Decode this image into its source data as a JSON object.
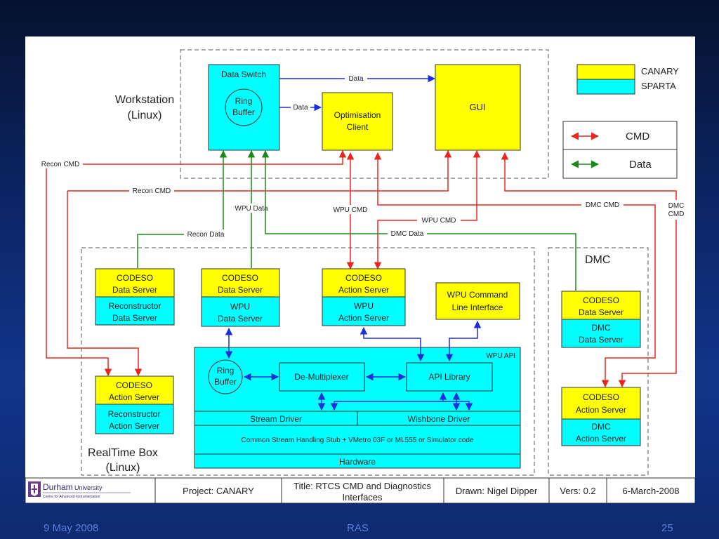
{
  "legend": {
    "canary": "CANARY",
    "sparta": "SPARTA",
    "cmd": "CMD",
    "data": "Data"
  },
  "colors": {
    "canary": "#ffff00",
    "sparta": "#00ffff",
    "cmd": "#e8281e",
    "data": "#1a8a1a",
    "link": "#1e2fd8"
  },
  "regions": {
    "workstation_line1": "Workstation",
    "workstation_line2": "(Linux)",
    "realtime_line1": "RealTime Box",
    "realtime_line2": "(Linux)",
    "dmc": "DMC"
  },
  "boxes": {
    "data_switch": "Data Switch",
    "ring_buffer_line1": "Ring",
    "ring_buffer_line2": "Buffer",
    "optimisation_line1": "Optimisation",
    "optimisation_line2": "Client",
    "gui": "GUI",
    "codeso_ds1_line1": "CODESO",
    "codeso_ds1_line2": "Data Server",
    "recon_ds_line1": "Reconstructor",
    "recon_ds_line2": "Data Server",
    "codeso_ds2_line1": "CODESO",
    "codeso_ds2_line2": "Data Server",
    "wpu_ds_line1": "WPU",
    "wpu_ds_line2": "Data Server",
    "codeso_as1_line1": "CODESO",
    "codeso_as1_line2": "Action Server",
    "wpu_as_line1": "WPU",
    "wpu_as_line2": "Action Server",
    "wpu_cli_line1": "WPU Command",
    "wpu_cli_line2": "Line Interface",
    "codeso_as2_line1": "CODESO",
    "codeso_as2_line2": "Action Server",
    "recon_as_line1": "Reconstructor",
    "recon_as_line2": "Action Server",
    "codeso_ds3_line1": "CODESO",
    "codeso_ds3_line2": "Data Server",
    "dmc_ds_line1": "DMC",
    "dmc_ds_line2": "Data Server",
    "codeso_as3_line1": "CODESO",
    "codeso_as3_line2": "Action Server",
    "dmc_as_line1": "DMC",
    "dmc_as_line2": "Action Server",
    "wpu_api": "WPU API",
    "ring_buffer2_line1": "Ring",
    "ring_buffer2_line2": "Buffer",
    "demux": "De-Multiplexer",
    "api_library": "API Library",
    "stream_driver": "Stream Driver",
    "wishbone_driver": "Wishbone Driver",
    "common_stub": "Common Stream Handling Stub + VMetro 03F or ML555 or Simulator code",
    "hardware": "Hardware"
  },
  "links": {
    "data_to_gui": "Data",
    "data_to_opt": "Data",
    "recon_cmd_1": "Recon CMD",
    "recon_cmd_2": "Recon CMD",
    "wpu_data": "WPU Data",
    "wpu_cmd_1": "WPU CMD",
    "wpu_cmd_2": "WPU CMD",
    "dmc_cmd": "DMC CMD",
    "dmc_cmd_2_line1": "DMC",
    "dmc_cmd_2_line2": "CMD",
    "recon_data": "Recon Data",
    "dmc_data": "DMC Data"
  },
  "title_block": {
    "logo_name": "Durham",
    "logo_university": "University",
    "logo_subtitle": "Centre for Advanced Instrumentation",
    "project": "Project: CANARY",
    "title_line1": "Title: RTCS CMD and Diagnostics",
    "title_line2": "Interfaces",
    "drawn": "Drawn: Nigel Dipper",
    "version": "Vers: 0.2",
    "date": "6-March-2008"
  },
  "footer": {
    "date": "9 May 2008",
    "org": "RAS",
    "page": "25"
  }
}
